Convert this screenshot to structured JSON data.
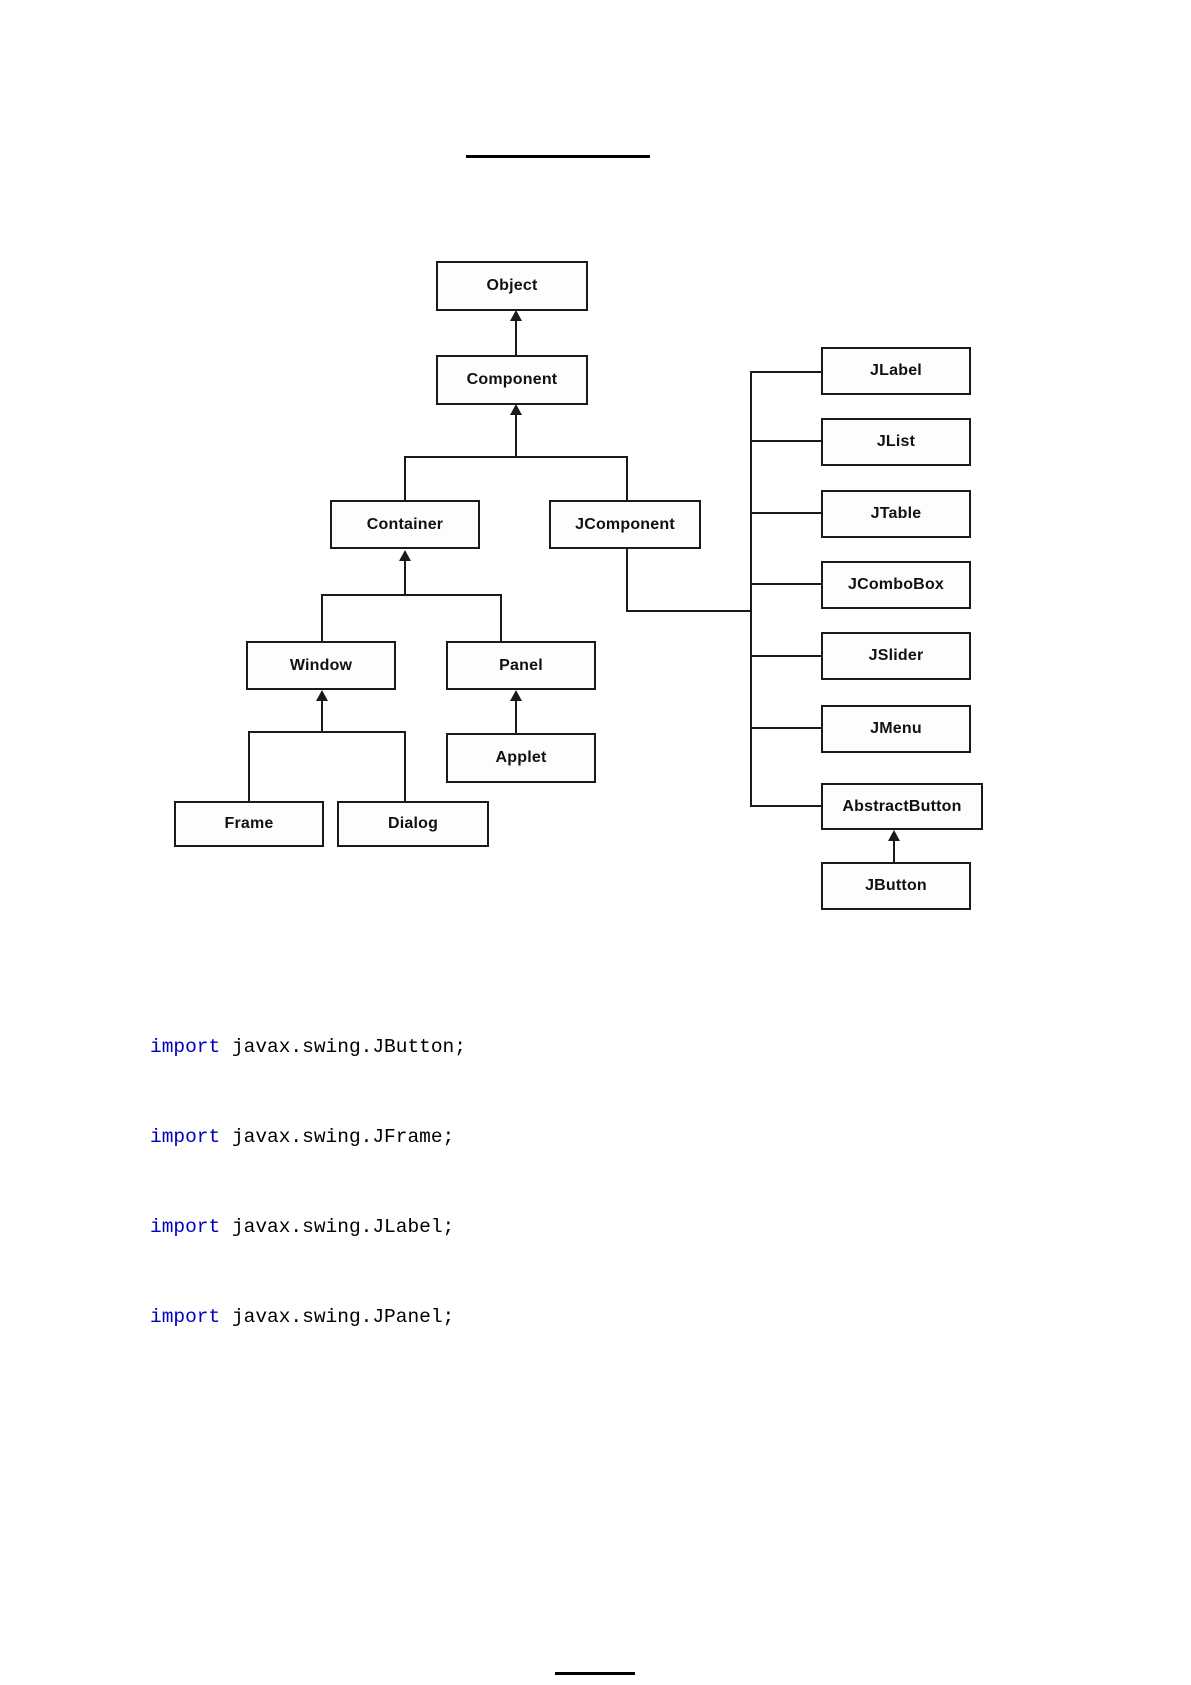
{
  "document": {
    "title_rule": "",
    "background": "#ffffff"
  },
  "diagram": {
    "name": "java-swing-class-hierarchy",
    "type": "class-hierarchy-tree",
    "nodes": [
      {
        "id": "object",
        "label": "Object"
      },
      {
        "id": "component",
        "label": "Component"
      },
      {
        "id": "container",
        "label": "Container"
      },
      {
        "id": "jcomponent",
        "label": "JComponent"
      },
      {
        "id": "window",
        "label": "Window"
      },
      {
        "id": "panel",
        "label": "Panel"
      },
      {
        "id": "applet",
        "label": "Applet"
      },
      {
        "id": "frame",
        "label": "Frame"
      },
      {
        "id": "dialog",
        "label": "Dialog"
      },
      {
        "id": "jlabel",
        "label": "JLabel"
      },
      {
        "id": "jlist",
        "label": "JList"
      },
      {
        "id": "jtable",
        "label": "JTable"
      },
      {
        "id": "jcombobox",
        "label": "JComboBox"
      },
      {
        "id": "jslider",
        "label": "JSlider"
      },
      {
        "id": "jmenu",
        "label": "JMenu"
      },
      {
        "id": "abstractbutton",
        "label": "AbstractButton"
      },
      {
        "id": "jbutton",
        "label": "JButton"
      }
    ],
    "edges": [
      {
        "from": "component",
        "to": "object",
        "style": "arrow"
      },
      {
        "from": "container",
        "to": "component",
        "style": "arrow"
      },
      {
        "from": "jcomponent",
        "to": "component",
        "style": "arrow"
      },
      {
        "from": "window",
        "to": "container",
        "style": "arrow"
      },
      {
        "from": "panel",
        "to": "container",
        "style": "arrow"
      },
      {
        "from": "applet",
        "to": "panel",
        "style": "arrow"
      },
      {
        "from": "frame",
        "to": "window",
        "style": "arrow"
      },
      {
        "from": "dialog",
        "to": "window",
        "style": "arrow"
      },
      {
        "from": "jlabel",
        "to": "jcomponent",
        "style": "line"
      },
      {
        "from": "jlist",
        "to": "jcomponent",
        "style": "line"
      },
      {
        "from": "jtable",
        "to": "jcomponent",
        "style": "line"
      },
      {
        "from": "jcombobox",
        "to": "jcomponent",
        "style": "line"
      },
      {
        "from": "jslider",
        "to": "jcomponent",
        "style": "line"
      },
      {
        "from": "jmenu",
        "to": "jcomponent",
        "style": "line"
      },
      {
        "from": "abstractbutton",
        "to": "jcomponent",
        "style": "line"
      },
      {
        "from": "jbutton",
        "to": "abstractbutton",
        "style": "arrow"
      }
    ],
    "colors": {
      "box_border": "#1a1a1a",
      "box_fill": "#fdfdfd",
      "connector": "#1a1a1a",
      "label_text": "#111111"
    }
  },
  "code": {
    "language": "java",
    "keyword_color": "#0000C0",
    "text_color": "#000000",
    "lines": [
      {
        "keyword": "import",
        "rest": " javax.swing.JButton;"
      },
      {
        "keyword": "import",
        "rest": " javax.swing.JFrame;"
      },
      {
        "keyword": "import",
        "rest": " javax.swing.JLabel;"
      },
      {
        "keyword": "import",
        "rest": " javax.swing.JPanel;"
      }
    ]
  }
}
